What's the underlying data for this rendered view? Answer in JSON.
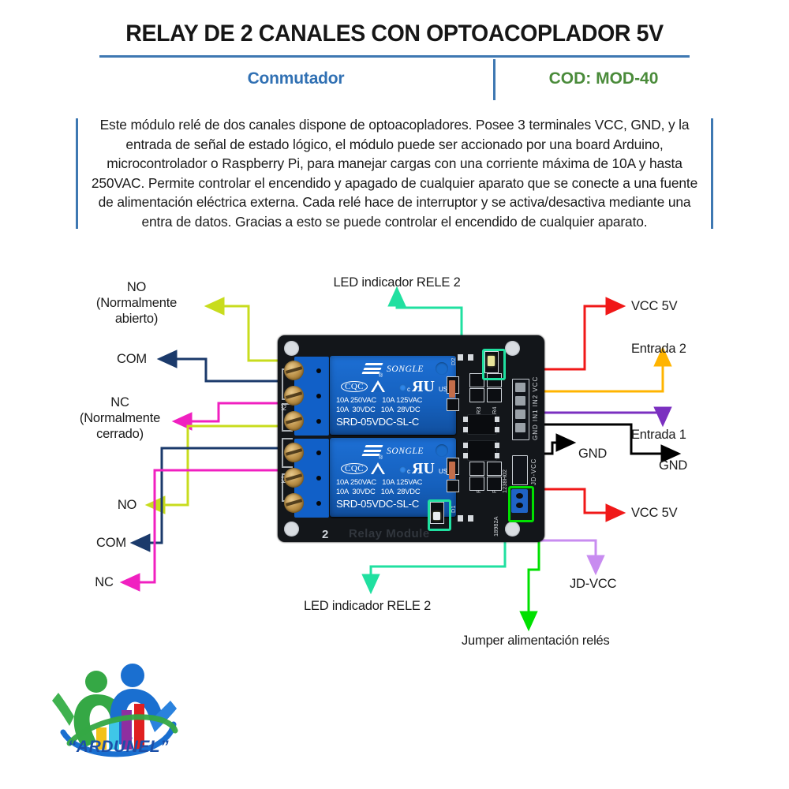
{
  "header": {
    "title": "RELAY DE 2 CANALES CON OPTOACOPLADOR 5V",
    "subtitle": "Conmutador",
    "product_code": "COD: MOD-40",
    "rule_color": "#3E78B2",
    "subtitle_color": "#3070B3",
    "code_color": "#4A8B3A"
  },
  "description": {
    "text": "Este módulo relé de dos canales dispone de optoacopladores. Posee 3 terminales VCC, GND, y la entrada de señal de estado lógico, el módulo puede ser accionado por una board Arduino, microcontrolador o Raspberry Pi, para manejar cargas con una corriente máxima de 10A y hasta 250VAC. Permite controlar el encendido y apagado de cualquier aparato que se conecte a una fuente de alimentación eléctrica externa. Cada relé hace de interruptor y se activa/desactiva mediante una entra de datos. Gracias a esto se puede controlar el encendido de cualquier aparato."
  },
  "callouts": {
    "left": [
      {
        "id": "no-1",
        "lines": "NO\n(Normalmente\nabierto)",
        "color": "#C8DC1E"
      },
      {
        "id": "com-1",
        "lines": "COM",
        "color": "#1B3A6B"
      },
      {
        "id": "nc-1",
        "lines": "NC\n(Normalmente\ncerrado)",
        "color": "#F020C0"
      },
      {
        "id": "no-2",
        "lines": "NO",
        "color": "#C8DC1E"
      },
      {
        "id": "com-2",
        "lines": "COM",
        "color": "#1B3A6B"
      },
      {
        "id": "nc-2",
        "lines": "NC",
        "color": "#F020C0"
      }
    ],
    "right": [
      {
        "id": "vcc-5v-top",
        "lines": "VCC 5V",
        "color": "#F01818"
      },
      {
        "id": "entrada-2",
        "lines": "Entrada 2",
        "color": "#FFB400"
      },
      {
        "id": "entrada-1",
        "lines": "Entrada 1",
        "color": "#7B30C0"
      },
      {
        "id": "gnd-header",
        "lines": "GND",
        "color": "#000000"
      },
      {
        "id": "gnd-pad",
        "lines": "GND",
        "color": "#000000"
      },
      {
        "id": "vcc-5v-bottom",
        "lines": "VCC 5V",
        "color": "#F01818"
      },
      {
        "id": "jd-vcc",
        "lines": "JD-VCC",
        "color": "#C88CF0"
      }
    ],
    "top": [
      {
        "id": "led-rele-2-top",
        "lines": "LED indicador RELE 2",
        "color": "#20E0A0"
      }
    ],
    "bottom": [
      {
        "id": "led-rele-2-bottom",
        "lines": "LED indicador RELE 2",
        "color": "#20E0A0"
      },
      {
        "id": "jumper-alimentacion",
        "lines": "Jumper alimentación relés",
        "color": "#00E000"
      }
    ]
  },
  "board": {
    "relays": [
      {
        "brand": "SONGLE",
        "cert_cqc": "CQC",
        "cert_ul_c": "c",
        "cert_ul_us": "US",
        "spec_line_1": "10A 250VAC   10A 125VAC",
        "spec_line_2": "10A  30VDC   10A  28VDC",
        "part": "SRD-05VDC-SL-C"
      },
      {
        "brand": "SONGLE",
        "cert_cqc": "CQC",
        "cert_ul_c": "c",
        "cert_ul_us": "US",
        "spec_line_1": "10A 250VAC   10A 125VAC",
        "spec_line_2": "10A  30VDC   10A  28VDC",
        "part": "SRD-05VDC-SL-C"
      }
    ],
    "silkscreen": {
      "header_pins": "GND IN1 IN2 VCC",
      "jd_vcc_label": "JD-VCC",
      "resistors": [
        "R3",
        "R4",
        "R2",
        "R1"
      ],
      "diodes": [
        "D2",
        "D1"
      ],
      "revision": "1238H02",
      "serial": "18982A",
      "bottom_text": "Relay  Module",
      "channel_num": "2",
      "k1": "K1",
      "k2": "K2"
    }
  },
  "logo": {
    "brand": "“ARDUNEL”",
    "brand_color": "#1b4fa8",
    "figure_green": "#35A845",
    "figure_blue": "#1A6FD0",
    "bars": [
      "#F2C21A",
      "#3FC7E8",
      "#8E2FA0",
      "#E02020"
    ]
  }
}
